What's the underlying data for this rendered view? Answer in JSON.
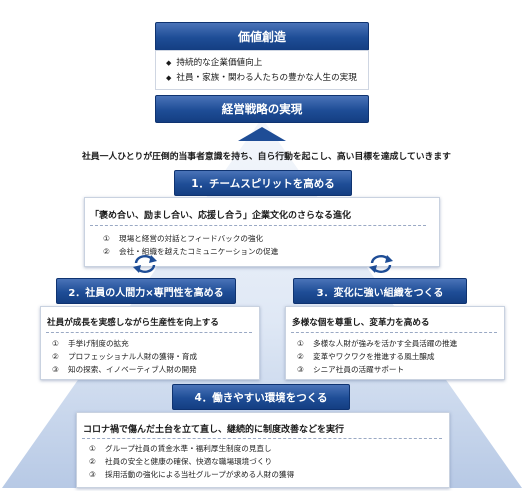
{
  "top": {
    "title": "価値創造",
    "bullets": [
      "持続的な企業価値向上",
      "社員・家族・関わる人たちの豊かな人生の実現"
    ],
    "bullet_icon": "diamond-icon"
  },
  "strategy_bar": "経営戦略の実現",
  "tagline": "社員一人ひとりが圧倒的当事者意識を持ち、自ら行動を起こし、高い目標を達成していきます",
  "pillar1": {
    "title": "1．チームスピリットを高める",
    "headline": "「褒め合い、励まし合い、応援し合う」企業文化のさらなる進化",
    "items": [
      {
        "num": "①",
        "text": "現場と経営の対話とフィードバックの強化"
      },
      {
        "num": "②",
        "text": "会社・組織を越えたコミュニケーションの促進"
      }
    ]
  },
  "pillar2": {
    "title": "2．社員の人間力×専門性を高める",
    "headline": "社員が成長を実感しながら生産性を向上する",
    "items": [
      {
        "num": "①",
        "text": "手挙げ制度の拡充"
      },
      {
        "num": "②",
        "text": "プロフェッショナル人財の獲得・育成"
      },
      {
        "num": "③",
        "text": "知の探索、イノベーティブ人財の開発"
      }
    ]
  },
  "pillar3": {
    "title": "3．変化に強い組織をつくる",
    "headline": "多様な個を尊重し、変革力を高める",
    "items": [
      {
        "num": "①",
        "text": "多様な人財が強みを活かす全員活躍の推進"
      },
      {
        "num": "②",
        "text": "変革やワクワクを推進する風土醸成"
      },
      {
        "num": "③",
        "text": "シニア社員の活躍サポート"
      }
    ]
  },
  "pillar4": {
    "title": "4．働きやすい環境をつくる",
    "headline": "コロナ禍で傷んだ土台を立て直し、継続的に制度改善などを実行",
    "items": [
      {
        "num": "①",
        "text": "グループ社員の賃金水準・福利厚生制度の見直し"
      },
      {
        "num": "②",
        "text": "社員の安全と健康の確保、快適な職場環境づくり"
      },
      {
        "num": "③",
        "text": "採用活動の強化による当社グループが求める人財の獲得"
      }
    ]
  },
  "colors": {
    "navy": "#1e4d96",
    "pyramid_light": "#eef3fb",
    "pyramid_dark": "#b9cbe6"
  },
  "icons": {
    "cycle": "refresh-cycle-icon",
    "arrow": "up-arrow-icon"
  }
}
